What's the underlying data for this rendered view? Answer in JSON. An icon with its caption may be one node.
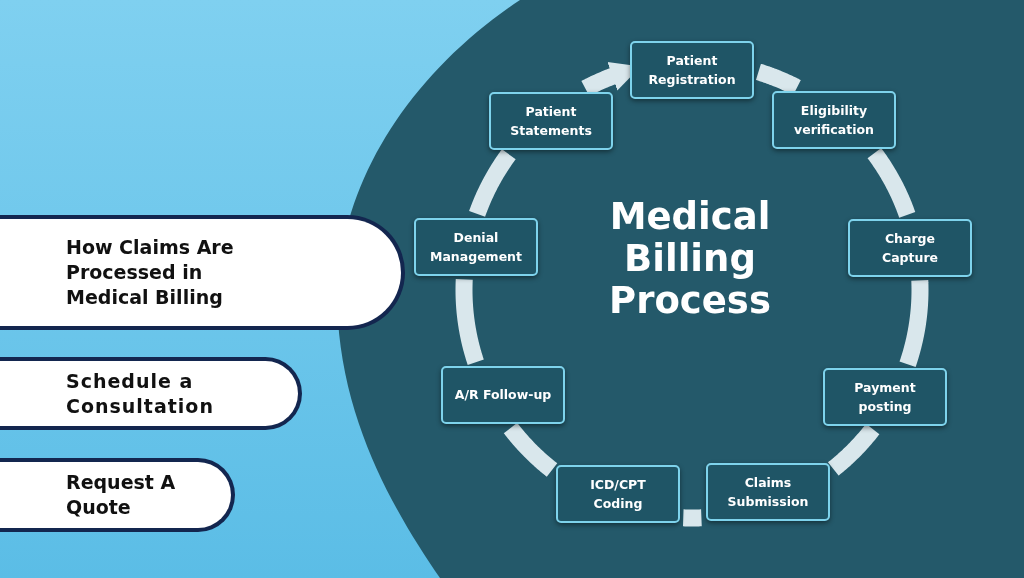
{
  "diagram": {
    "title": "Medical Billing Process",
    "nodes": [
      {
        "text": [
          "How Claims Are Processed in Medical Billing"
        ]
      },
      {
        "text": [
          "Schedule a Consultation"
        ]
      },
      {
        "text": [
          "Request A Quote"
        ]
      },
      {
        "text": [
          "Patient Registration"
        ]
      },
      {
        "text": [
          "Eligibility verification"
        ]
      },
      {
        "text": [
          "Charge Capture"
        ]
      },
      {
        "text": [
          "Payment posting"
        ]
      },
      {
        "text": [
          "Claims Submission"
        ]
      },
      {
        "text": [
          "ICD/CPT Coding"
        ]
      },
      {
        "text": [
          "A/R Follow-up"
        ]
      },
      {
        "text": [
          "Denial Management"
        ]
      },
      {
        "text": [
          "Patient Statements"
        ]
      }
    ],
    "edges": [
      {
        "from": 3,
        "to": 4,
        "arrow": "none"
      },
      {
        "from": 4,
        "to": 5,
        "arrow": "none"
      },
      {
        "from": 5,
        "to": 6,
        "arrow": "none"
      },
      {
        "from": 6,
        "to": 7,
        "arrow": "none"
      },
      {
        "from": 7,
        "to": 8,
        "arrow": "none"
      },
      {
        "from": 8,
        "to": 9,
        "arrow": "none"
      },
      {
        "from": 9,
        "to": 10,
        "arrow": "none"
      },
      {
        "from": 10,
        "to": 11,
        "arrow": "none"
      },
      {
        "from": 11,
        "to": 3,
        "arrow": "to"
      }
    ]
  }
}
